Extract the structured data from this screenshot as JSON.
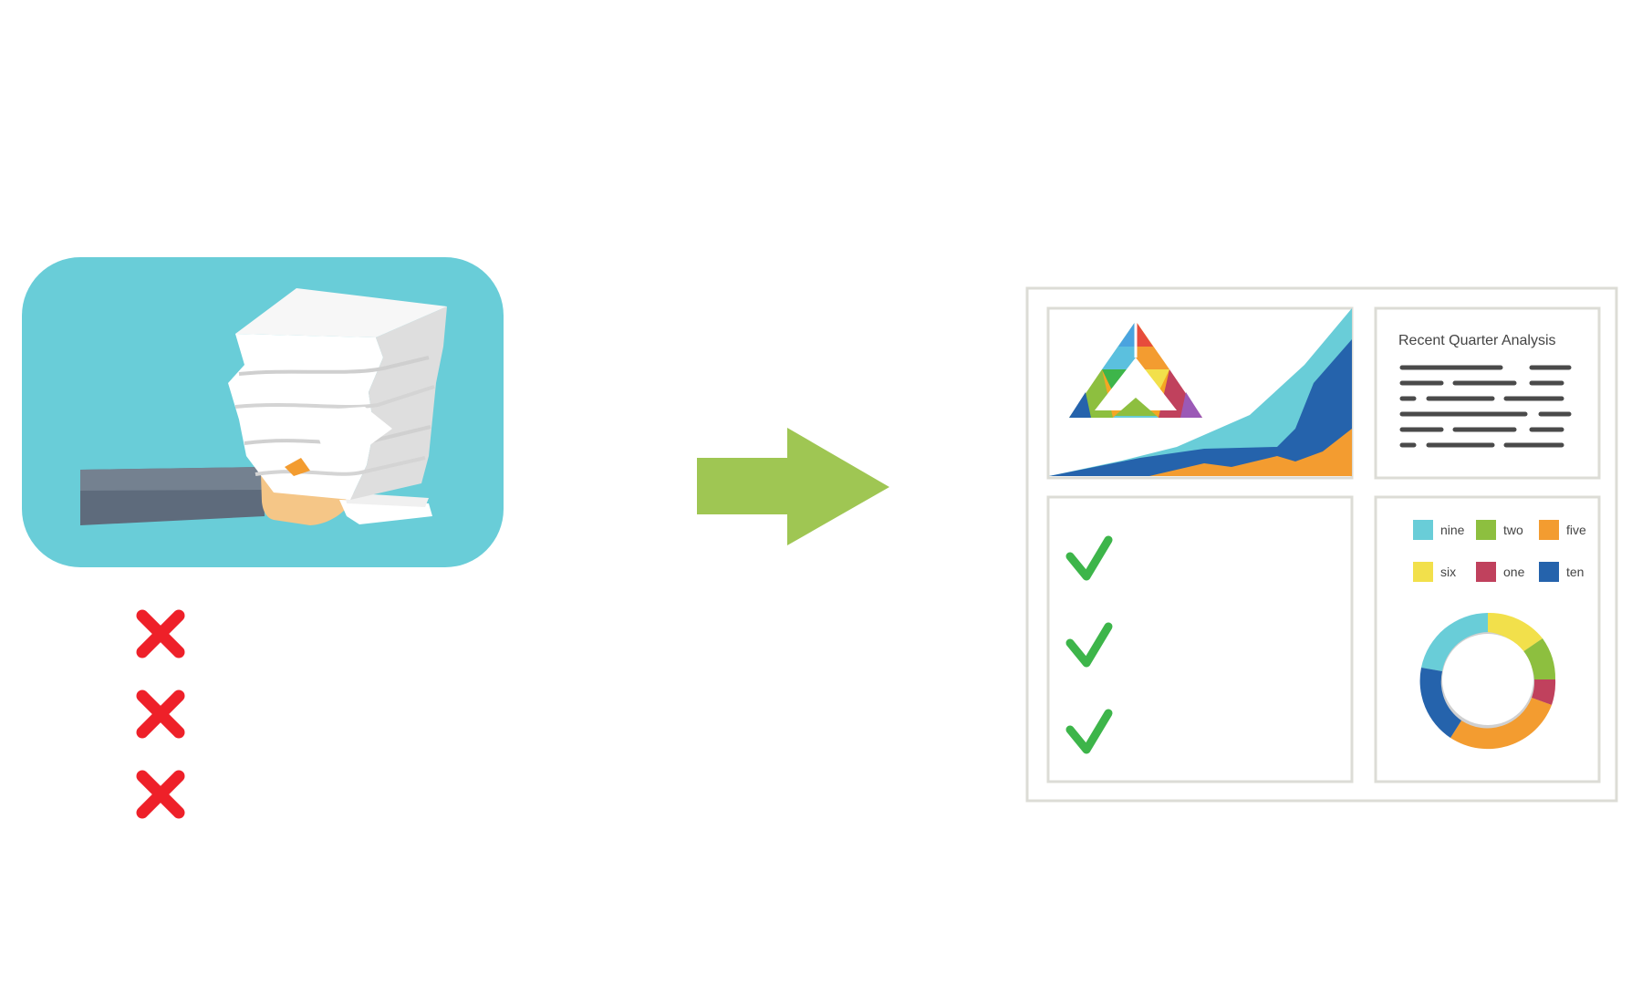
{
  "colors": {
    "teal": "#69CDD8",
    "green_arrow": "#9FC653",
    "red_x": "#EE2029",
    "green_check": "#3DB54A",
    "orange": "#F39C30",
    "blue": "#2563AC",
    "yellow": "#F2E04B",
    "lime": "#8DBF3F",
    "crimson": "#C0415D",
    "frame_gray": "#DCDCD6",
    "text_dark": "#444444",
    "line_dark": "#4A4A4A"
  },
  "icons": {
    "paper_stack": "paper-stack-with-hand-icon",
    "cross": "red-x-icon",
    "arrow": "right-arrow-icon",
    "check": "green-check-icon",
    "logo": "triangle-logo-icon"
  },
  "left_side": {
    "cross_count": 3
  },
  "dashboard": {
    "analysis_title": "Recent Quarter Analysis",
    "check_count": 3,
    "legend": [
      {
        "label": "nine",
        "color": "#69CDD8"
      },
      {
        "label": "two",
        "color": "#8DBF3F"
      },
      {
        "label": "five",
        "color": "#F39C30"
      },
      {
        "label": "six",
        "color": "#F2E04B"
      },
      {
        "label": "one",
        "color": "#C0415D"
      },
      {
        "label": "ten",
        "color": "#2563AC"
      }
    ]
  }
}
